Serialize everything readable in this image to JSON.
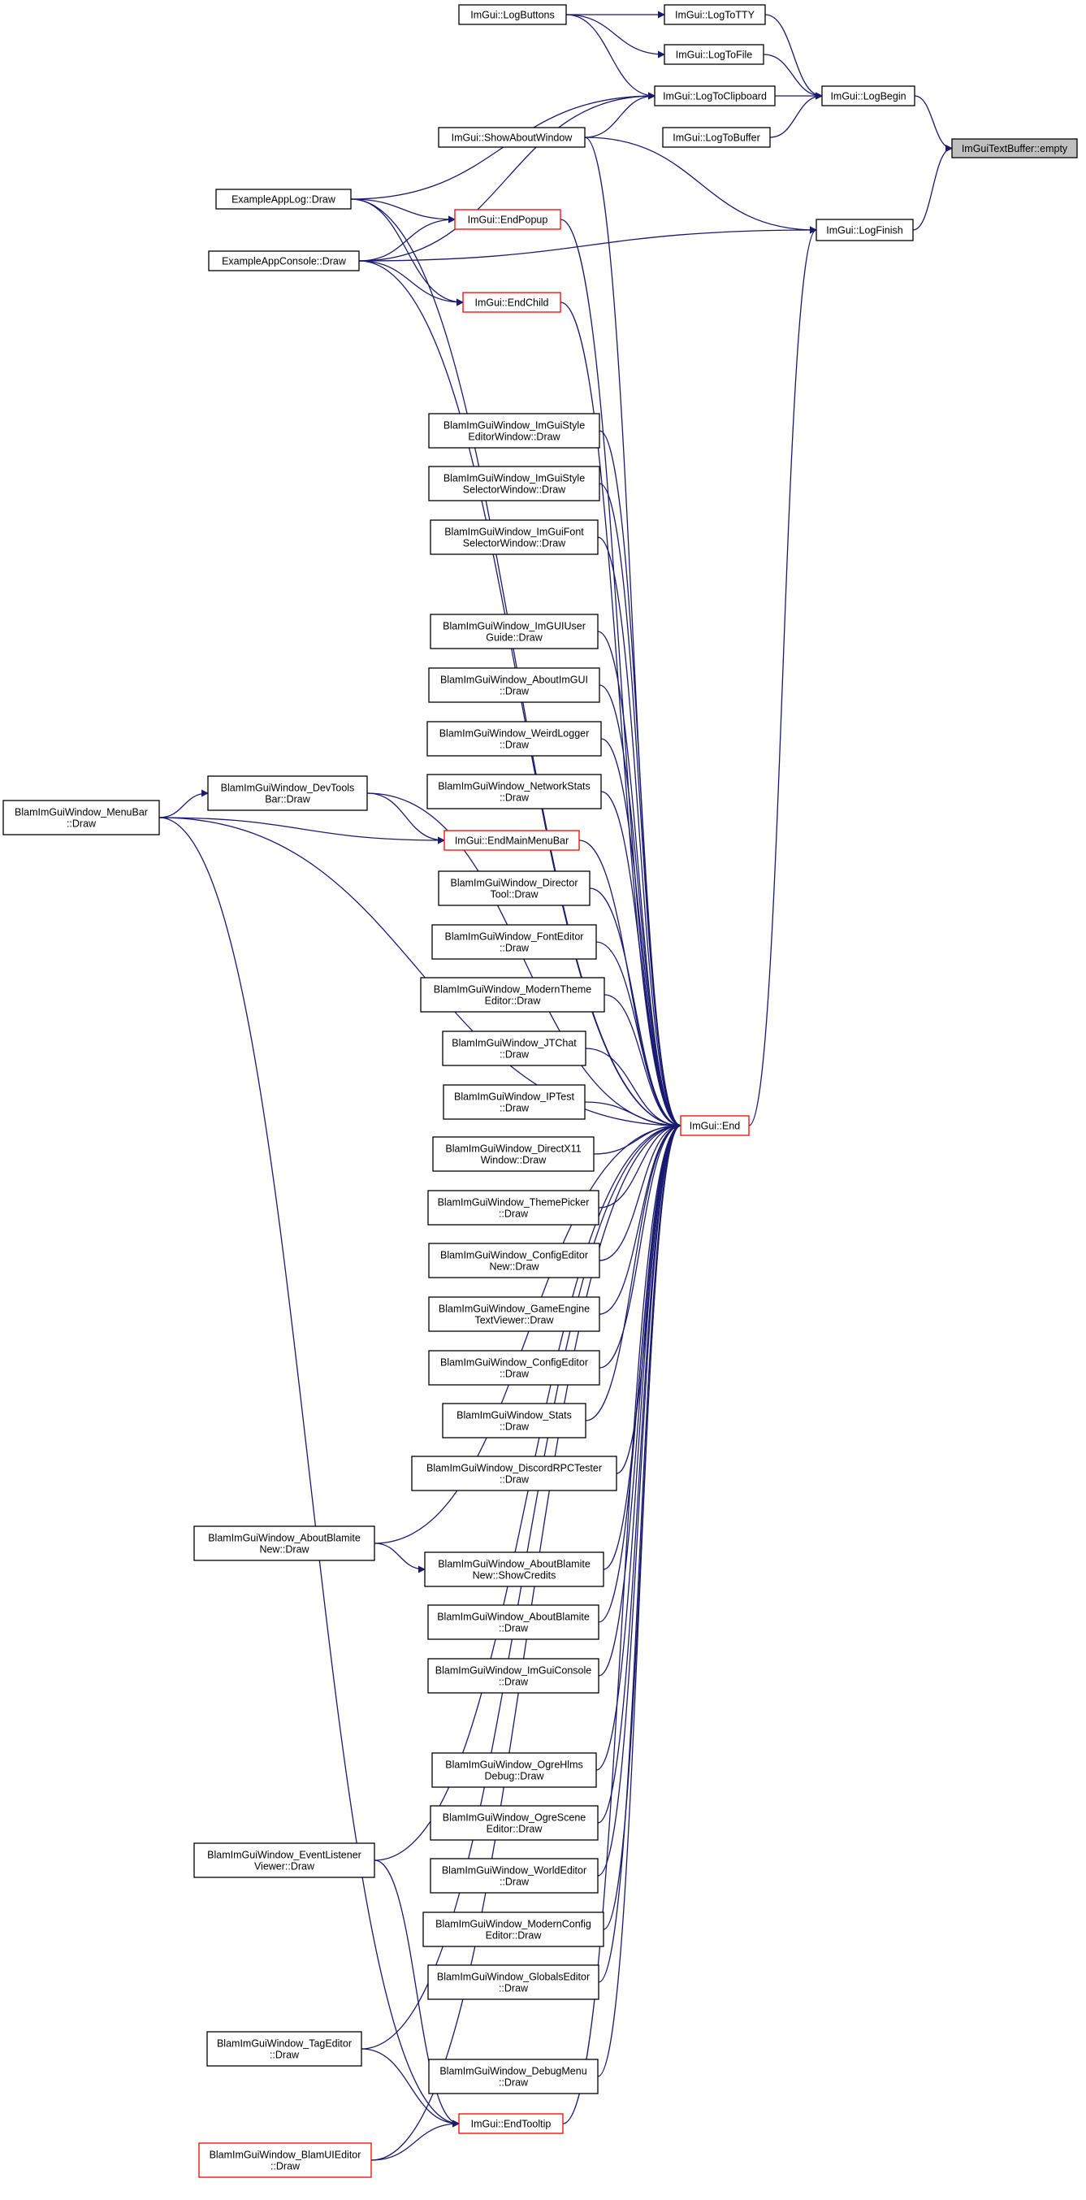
{
  "colors": {
    "edge": "#191970",
    "highlight_fill": "#bfbfbf",
    "red_border": "#ff0000",
    "black_border": "#000000"
  },
  "nodes": [
    {
      "id": "empty",
      "lines": [
        "ImGuiTextBuffer::empty"
      ],
      "style": "highlight",
      "clickable": false
    },
    {
      "id": "LogBegin",
      "lines": [
        "ImGui::LogBegin"
      ],
      "style": "normal",
      "clickable": true
    },
    {
      "id": "LogFinish",
      "lines": [
        "ImGui::LogFinish"
      ],
      "style": "normal",
      "clickable": true
    },
    {
      "id": "LogButtons",
      "lines": [
        "ImGui::LogButtons"
      ],
      "style": "normal",
      "clickable": true
    },
    {
      "id": "LogToTTY",
      "lines": [
        "ImGui::LogToTTY"
      ],
      "style": "normal",
      "clickable": true
    },
    {
      "id": "LogToFile",
      "lines": [
        "ImGui::LogToFile"
      ],
      "style": "normal",
      "clickable": true
    },
    {
      "id": "LogToClipboard",
      "lines": [
        "ImGui::LogToClipboard"
      ],
      "style": "normal",
      "clickable": true
    },
    {
      "id": "LogToBuffer",
      "lines": [
        "ImGui::LogToBuffer"
      ],
      "style": "normal",
      "clickable": true
    },
    {
      "id": "ShowAboutWindow",
      "lines": [
        "ImGui::ShowAboutWindow"
      ],
      "style": "normal",
      "clickable": true
    },
    {
      "id": "ExampleAppLog",
      "lines": [
        "ExampleAppLog::Draw"
      ],
      "style": "normal",
      "clickable": true
    },
    {
      "id": "ExampleAppConsole",
      "lines": [
        "ExampleAppConsole::Draw"
      ],
      "style": "normal",
      "clickable": true
    },
    {
      "id": "EndPopup",
      "lines": [
        "ImGui::EndPopup"
      ],
      "style": "red",
      "clickable": true
    },
    {
      "id": "EndChild",
      "lines": [
        "ImGui::EndChild"
      ],
      "style": "red",
      "clickable": true
    },
    {
      "id": "StyleEditor",
      "lines": [
        "BlamImGuiWindow_ImGuiStyle",
        "EditorWindow::Draw"
      ],
      "style": "normal",
      "clickable": true
    },
    {
      "id": "StyleSelector",
      "lines": [
        "BlamImGuiWindow_ImGuiStyle",
        "SelectorWindow::Draw"
      ],
      "style": "normal",
      "clickable": true
    },
    {
      "id": "FontSelector",
      "lines": [
        "BlamImGuiWindow_ImGuiFont",
        "SelectorWindow::Draw"
      ],
      "style": "normal",
      "clickable": true
    },
    {
      "id": "UserGuide",
      "lines": [
        "BlamImGuiWindow_ImGUIUser",
        "Guide::Draw"
      ],
      "style": "normal",
      "clickable": true
    },
    {
      "id": "AboutImGUI",
      "lines": [
        "BlamImGuiWindow_AboutImGUI",
        "::Draw"
      ],
      "style": "normal",
      "clickable": true
    },
    {
      "id": "WeirdLogger",
      "lines": [
        "BlamImGuiWindow_WeirdLogger",
        "::Draw"
      ],
      "style": "normal",
      "clickable": true
    },
    {
      "id": "NetworkStats",
      "lines": [
        "BlamImGuiWindow_NetworkStats",
        "::Draw"
      ],
      "style": "normal",
      "clickable": true
    },
    {
      "id": "MenuBar",
      "lines": [
        "BlamImGuiWindow_MenuBar",
        "::Draw"
      ],
      "style": "normal",
      "clickable": true
    },
    {
      "id": "DevTools",
      "lines": [
        "BlamImGuiWindow_DevTools",
        "Bar::Draw"
      ],
      "style": "normal",
      "clickable": true
    },
    {
      "id": "EndMainMenuBar",
      "lines": [
        "ImGui::EndMainMenuBar"
      ],
      "style": "red",
      "clickable": true
    },
    {
      "id": "DirectorTool",
      "lines": [
        "BlamImGuiWindow_Director",
        "Tool::Draw"
      ],
      "style": "normal",
      "clickable": true
    },
    {
      "id": "FontEditor",
      "lines": [
        "BlamImGuiWindow_FontEditor",
        "::Draw"
      ],
      "style": "normal",
      "clickable": true
    },
    {
      "id": "ModernTheme",
      "lines": [
        "BlamImGuiWindow_ModernTheme",
        "Editor::Draw"
      ],
      "style": "normal",
      "clickable": true
    },
    {
      "id": "JTChat",
      "lines": [
        "BlamImGuiWindow_JTChat",
        "::Draw"
      ],
      "style": "normal",
      "clickable": true
    },
    {
      "id": "IPTest",
      "lines": [
        "BlamImGuiWindow_IPTest",
        "::Draw"
      ],
      "style": "normal",
      "clickable": true
    },
    {
      "id": "End",
      "lines": [
        "ImGui::End"
      ],
      "style": "red",
      "clickable": true
    },
    {
      "id": "DirectX11",
      "lines": [
        "BlamImGuiWindow_DirectX11",
        "Window::Draw"
      ],
      "style": "normal",
      "clickable": true
    },
    {
      "id": "ThemePicker",
      "lines": [
        "BlamImGuiWindow_ThemePicker",
        "::Draw"
      ],
      "style": "normal",
      "clickable": true
    },
    {
      "id": "ConfigEditorNew",
      "lines": [
        "BlamImGuiWindow_ConfigEditor",
        "New::Draw"
      ],
      "style": "normal",
      "clickable": true
    },
    {
      "id": "GameEngineText",
      "lines": [
        "BlamImGuiWindow_GameEngine",
        "TextViewer::Draw"
      ],
      "style": "normal",
      "clickable": true
    },
    {
      "id": "ConfigEditor",
      "lines": [
        "BlamImGuiWindow_ConfigEditor",
        "::Draw"
      ],
      "style": "normal",
      "clickable": true
    },
    {
      "id": "Stats",
      "lines": [
        "BlamImGuiWindow_Stats",
        "::Draw"
      ],
      "style": "normal",
      "clickable": true
    },
    {
      "id": "DiscordRPC",
      "lines": [
        "BlamImGuiWindow_DiscordRPCTester",
        "::Draw"
      ],
      "style": "normal",
      "clickable": true
    },
    {
      "id": "AboutBlamiteNew",
      "lines": [
        "BlamImGuiWindow_AboutBlamite",
        "New::Draw"
      ],
      "style": "normal",
      "clickable": true
    },
    {
      "id": "ShowCredits",
      "lines": [
        "BlamImGuiWindow_AboutBlamite",
        "New::ShowCredits"
      ],
      "style": "normal",
      "clickable": true
    },
    {
      "id": "AboutBlamite",
      "lines": [
        "BlamImGuiWindow_AboutBlamite",
        "::Draw"
      ],
      "style": "normal",
      "clickable": true
    },
    {
      "id": "ImGuiConsole",
      "lines": [
        "BlamImGuiWindow_ImGuiConsole",
        "::Draw"
      ],
      "style": "normal",
      "clickable": true
    },
    {
      "id": "OgreHlms",
      "lines": [
        "BlamImGuiWindow_OgreHlms",
        "Debug::Draw"
      ],
      "style": "normal",
      "clickable": true
    },
    {
      "id": "OgreScene",
      "lines": [
        "BlamImGuiWindow_OgreScene",
        "Editor::Draw"
      ],
      "style": "normal",
      "clickable": true
    },
    {
      "id": "EventListener",
      "lines": [
        "BlamImGuiWindow_EventListener",
        "Viewer::Draw"
      ],
      "style": "normal",
      "clickable": true
    },
    {
      "id": "WorldEditor",
      "lines": [
        "BlamImGuiWindow_WorldEditor",
        "::Draw"
      ],
      "style": "normal",
      "clickable": true
    },
    {
      "id": "ModernConfig",
      "lines": [
        "BlamImGuiWindow_ModernConfig",
        "Editor::Draw"
      ],
      "style": "normal",
      "clickable": true
    },
    {
      "id": "GlobalsEditor",
      "lines": [
        "BlamImGuiWindow_GlobalsEditor",
        "::Draw"
      ],
      "style": "normal",
      "clickable": true
    },
    {
      "id": "TagEditor",
      "lines": [
        "BlamImGuiWindow_TagEditor",
        "::Draw"
      ],
      "style": "normal",
      "clickable": true
    },
    {
      "id": "DebugMenu",
      "lines": [
        "BlamImGuiWindow_DebugMenu",
        "::Draw"
      ],
      "style": "normal",
      "clickable": true
    },
    {
      "id": "EndTooltip",
      "lines": [
        "ImGui::EndTooltip"
      ],
      "style": "red",
      "clickable": true
    },
    {
      "id": "BlamUIEditor",
      "lines": [
        "BlamImGuiWindow_BlamUIEditor",
        "::Draw"
      ],
      "style": "red",
      "clickable": true
    }
  ],
  "edges": [
    [
      "LogBegin",
      "empty"
    ],
    [
      "LogFinish",
      "empty"
    ],
    [
      "LogToTTY",
      "LogBegin"
    ],
    [
      "LogToFile",
      "LogBegin"
    ],
    [
      "LogToClipboard",
      "LogBegin"
    ],
    [
      "LogToBuffer",
      "LogBegin"
    ],
    [
      "LogButtons",
      "LogToTTY"
    ],
    [
      "LogButtons",
      "LogToFile"
    ],
    [
      "LogButtons",
      "LogToClipboard"
    ],
    [
      "ExampleAppLog",
      "LogToClipboard"
    ],
    [
      "ExampleAppConsole",
      "LogToClipboard"
    ],
    [
      "ShowAboutWindow",
      "LogToClipboard"
    ],
    [
      "ShowAboutWindow",
      "LogFinish"
    ],
    [
      "ExampleAppConsole",
      "LogFinish"
    ],
    [
      "End",
      "LogFinish"
    ],
    [
      "ExampleAppLog",
      "EndPopup"
    ],
    [
      "ExampleAppConsole",
      "EndPopup"
    ],
    [
      "ExampleAppLog",
      "EndChild"
    ],
    [
      "ExampleAppConsole",
      "EndChild"
    ],
    [
      "MenuBar",
      "DevTools"
    ],
    [
      "MenuBar",
      "EndMainMenuBar"
    ],
    [
      "DevTools",
      "EndMainMenuBar"
    ],
    [
      "AboutBlamiteNew",
      "ShowCredits"
    ],
    [
      "TagEditor",
      "EndTooltip"
    ],
    [
      "EventListener",
      "EndTooltip"
    ],
    [
      "MenuBar",
      "EndTooltip"
    ],
    [
      "BlamUIEditor",
      "EndTooltip"
    ],
    [
      "ShowAboutWindow",
      "End"
    ],
    [
      "ExampleAppLog",
      "End"
    ],
    [
      "ExampleAppConsole",
      "End"
    ],
    [
      "EndPopup",
      "End"
    ],
    [
      "EndChild",
      "End"
    ],
    [
      "StyleEditor",
      "End"
    ],
    [
      "StyleSelector",
      "End"
    ],
    [
      "FontSelector",
      "End"
    ],
    [
      "UserGuide",
      "End"
    ],
    [
      "AboutImGUI",
      "End"
    ],
    [
      "WeirdLogger",
      "End"
    ],
    [
      "NetworkStats",
      "End"
    ],
    [
      "MenuBar",
      "End"
    ],
    [
      "DevTools",
      "End"
    ],
    [
      "EndMainMenuBar",
      "End"
    ],
    [
      "DirectorTool",
      "End"
    ],
    [
      "FontEditor",
      "End"
    ],
    [
      "ModernTheme",
      "End"
    ],
    [
      "JTChat",
      "End"
    ],
    [
      "IPTest",
      "End"
    ],
    [
      "DirectX11",
      "End"
    ],
    [
      "ThemePicker",
      "End"
    ],
    [
      "ConfigEditorNew",
      "End"
    ],
    [
      "GameEngineText",
      "End"
    ],
    [
      "ConfigEditor",
      "End"
    ],
    [
      "Stats",
      "End"
    ],
    [
      "DiscordRPC",
      "End"
    ],
    [
      "AboutBlamiteNew",
      "End"
    ],
    [
      "ShowCredits",
      "End"
    ],
    [
      "AboutBlamite",
      "End"
    ],
    [
      "ImGuiConsole",
      "End"
    ],
    [
      "OgreHlms",
      "End"
    ],
    [
      "OgreScene",
      "End"
    ],
    [
      "EventListener",
      "End"
    ],
    [
      "WorldEditor",
      "End"
    ],
    [
      "ModernConfig",
      "End"
    ],
    [
      "GlobalsEditor",
      "End"
    ],
    [
      "TagEditor",
      "End"
    ],
    [
      "DebugMenu",
      "End"
    ],
    [
      "EndTooltip",
      "End"
    ],
    [
      "BlamUIEditor",
      "End"
    ]
  ]
}
